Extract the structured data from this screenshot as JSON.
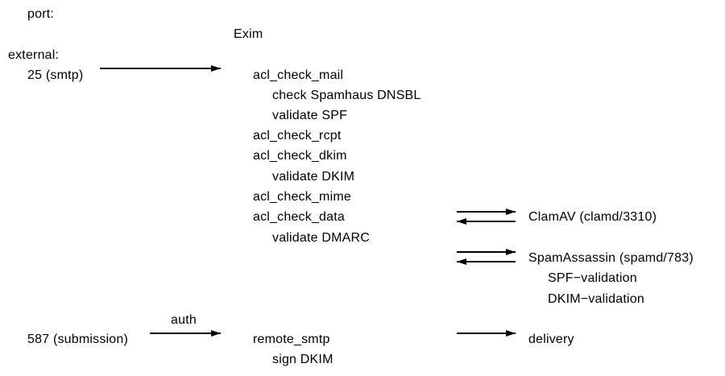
{
  "port_header": "port:",
  "exim_header": "Exim",
  "external_label": "external:",
  "ports": {
    "smtp": "25 (smtp)",
    "submission": "587 (submission)"
  },
  "auth_label": "auth",
  "exim": {
    "acl_check_mail": "acl_check_mail",
    "check_spamhaus": "check Spamhaus DNSBL",
    "validate_spf": "validate SPF",
    "acl_check_rcpt": "acl_check_rcpt",
    "acl_check_dkim": "acl_check_dkim",
    "validate_dkim": "validate DKIM",
    "acl_check_mime": "acl_check_mime",
    "acl_check_data": "acl_check_data",
    "validate_dmarc": "validate DMARC",
    "remote_smtp": "remote_smtp",
    "sign_dkim": "sign DKIM"
  },
  "services": {
    "clamav": "ClamAV (clamd/3310)",
    "spamassassin": "SpamAssassin (spamd/783)",
    "spf_validation": "SPF−validation",
    "dkim_validation": "DKIM−validation",
    "delivery": "delivery"
  },
  "colors": {
    "text": "#000000",
    "background": "#ffffff"
  }
}
